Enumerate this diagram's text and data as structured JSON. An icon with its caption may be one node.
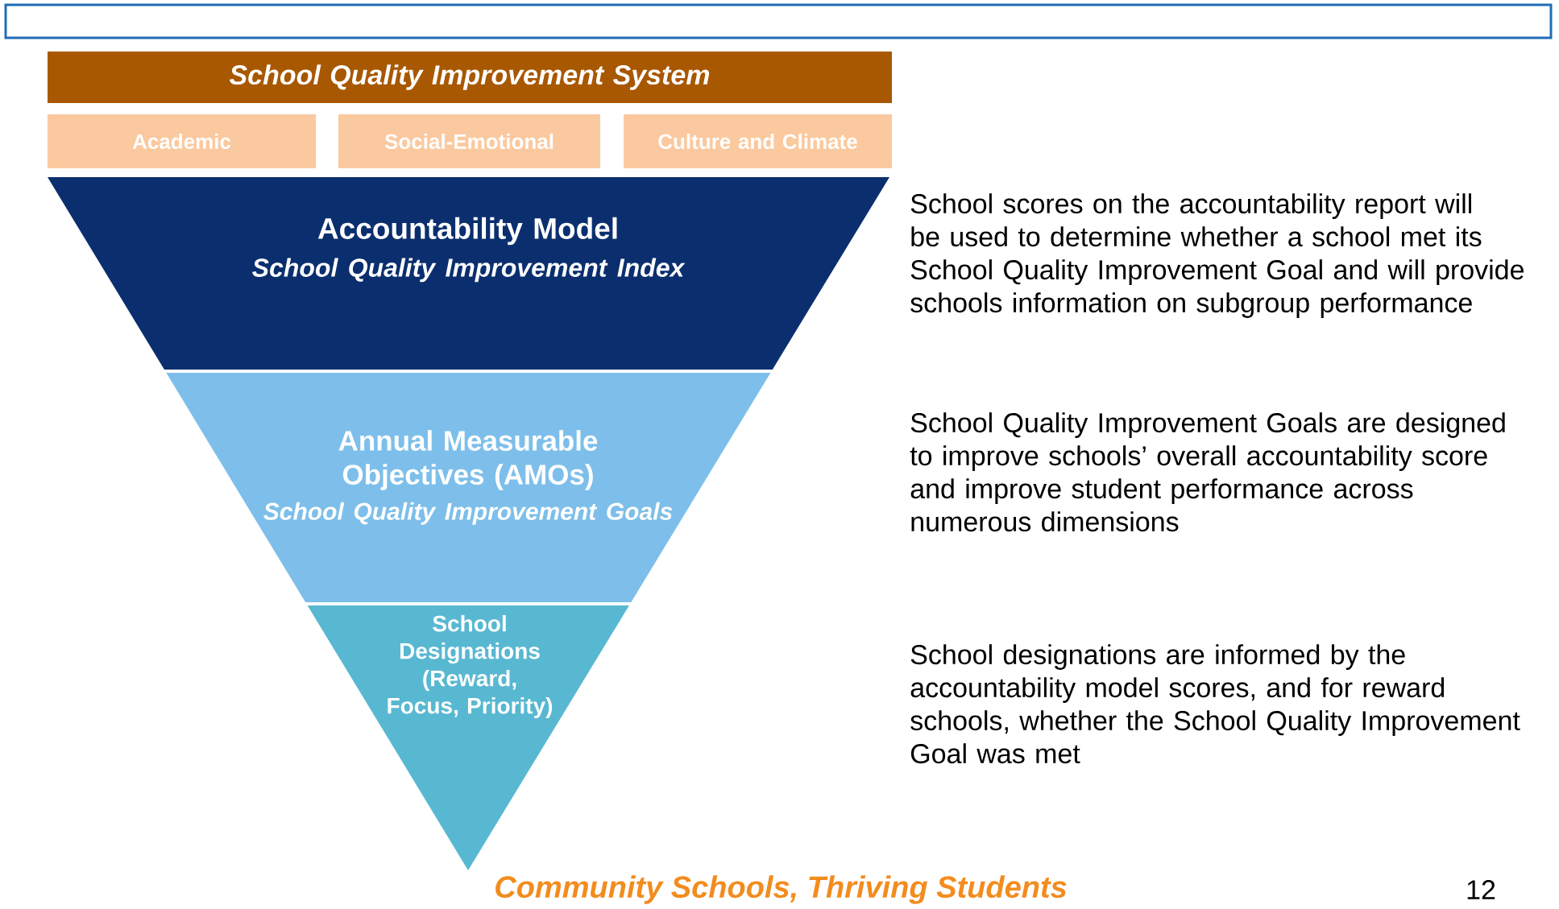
{
  "diagram": {
    "nodes": [
      {
        "text": [
          "School Quality Improvement System"
        ]
      },
      {
        "text": [
          "Academic"
        ]
      },
      {
        "text": [
          "Social-Emotional"
        ]
      },
      {
        "text": [
          "Culture and Climate"
        ]
      },
      {
        "text": [
          "Accountability Model",
          "School Quality Improvement Index"
        ]
      },
      {
        "text": [
          "Annual Measurable Objectives (AMOs)",
          "School Quality Improvement Goals"
        ]
      },
      {
        "text": [
          "School Designations (Reward, Focus, Priority)"
        ]
      }
    ],
    "labels": [
      "School scores on the accountability report will be used to determine whether a school met its School Quality Improvement Goal and will provide schools information on subgroup performance",
      "School Quality Improvement Goals are designed to improve schools’ overall accountability score and improve student performance across numerous dimensions",
      "School designations are informed by the accountability model scores, and for reward schools, whether the School Quality Improvement Goal was met",
      "Community Schools, Thriving Students",
      "12"
    ]
  }
}
